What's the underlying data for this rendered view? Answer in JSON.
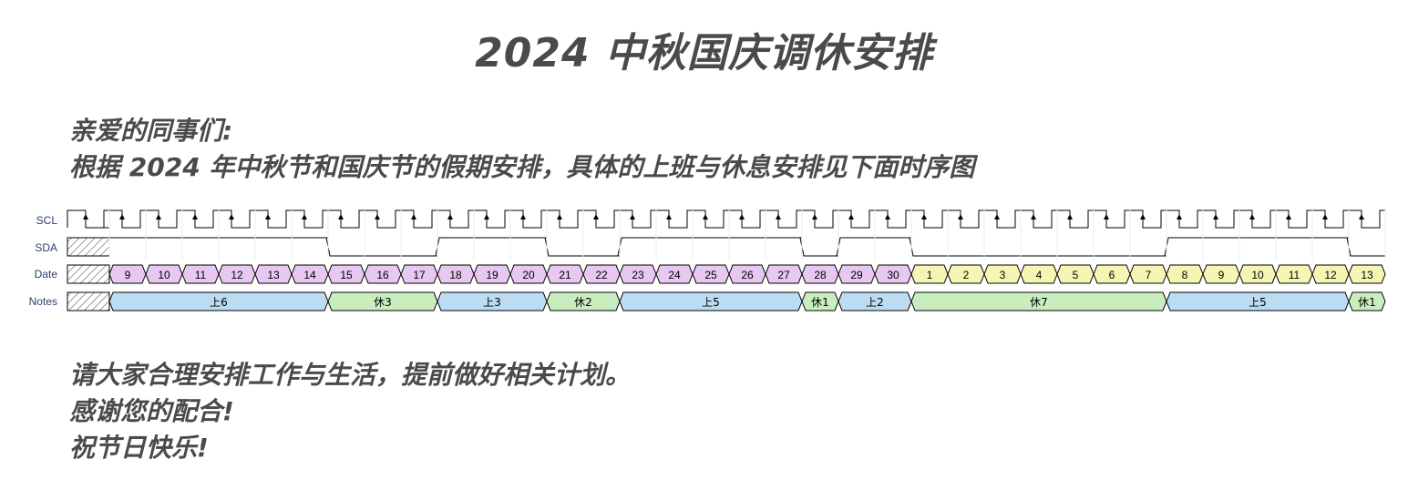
{
  "title": "2024 中秋国庆调休安排",
  "intro": [
    "亲爱的同事们:",
    "根据 2024 年中秋节和国庆节的假期安排，具体的上班与休息安排见下面时序图"
  ],
  "outro": [
    "请大家合理安排工作与生活，提前做好相关计划。",
    "感谢您的配合!",
    "祝节日快乐!"
  ],
  "signals": {
    "scl": "SCL",
    "sda": "SDA",
    "date": "Date",
    "notes": "Notes"
  },
  "dates": [
    "9",
    "10",
    "11",
    "12",
    "13",
    "14",
    "15",
    "16",
    "17",
    "18",
    "19",
    "20",
    "21",
    "22",
    "23",
    "24",
    "25",
    "26",
    "27",
    "28",
    "29",
    "30",
    "1",
    "2",
    "3",
    "4",
    "5",
    "6",
    "7",
    "8",
    "9",
    "10",
    "11",
    "12",
    "13"
  ],
  "date_month": [
    "sep",
    "sep",
    "sep",
    "sep",
    "sep",
    "sep",
    "sep",
    "sep",
    "sep",
    "sep",
    "sep",
    "sep",
    "sep",
    "sep",
    "sep",
    "sep",
    "sep",
    "sep",
    "sep",
    "sep",
    "sep",
    "sep",
    "oct",
    "oct",
    "oct",
    "oct",
    "oct",
    "oct",
    "oct",
    "oct",
    "oct",
    "oct",
    "oct",
    "oct",
    "oct"
  ],
  "sda_levels": [
    1,
    1,
    1,
    1,
    1,
    1,
    0,
    0,
    0,
    1,
    1,
    1,
    0,
    0,
    1,
    1,
    1,
    1,
    1,
    0,
    1,
    1,
    0,
    0,
    0,
    0,
    0,
    0,
    0,
    1,
    1,
    1,
    1,
    1,
    0
  ],
  "notes": [
    {
      "label": "上6",
      "days": 6,
      "type": "work"
    },
    {
      "label": "休3",
      "days": 3,
      "type": "rest"
    },
    {
      "label": "上3",
      "days": 3,
      "type": "work"
    },
    {
      "label": "休2",
      "days": 2,
      "type": "rest"
    },
    {
      "label": "上5",
      "days": 5,
      "type": "work"
    },
    {
      "label": "休1",
      "days": 1,
      "type": "rest"
    },
    {
      "label": "上2",
      "days": 2,
      "type": "work"
    },
    {
      "label": "休7",
      "days": 7,
      "type": "rest"
    },
    {
      "label": "上5",
      "days": 5,
      "type": "work"
    },
    {
      "label": "休1",
      "days": 1,
      "type": "rest"
    }
  ],
  "colors": {
    "sep": "#e6c8f0",
    "oct": "#f6f6b4",
    "work": "#bcdcf4",
    "rest": "#c8eec0",
    "label": "#2c3e6e",
    "line": "#000000"
  }
}
